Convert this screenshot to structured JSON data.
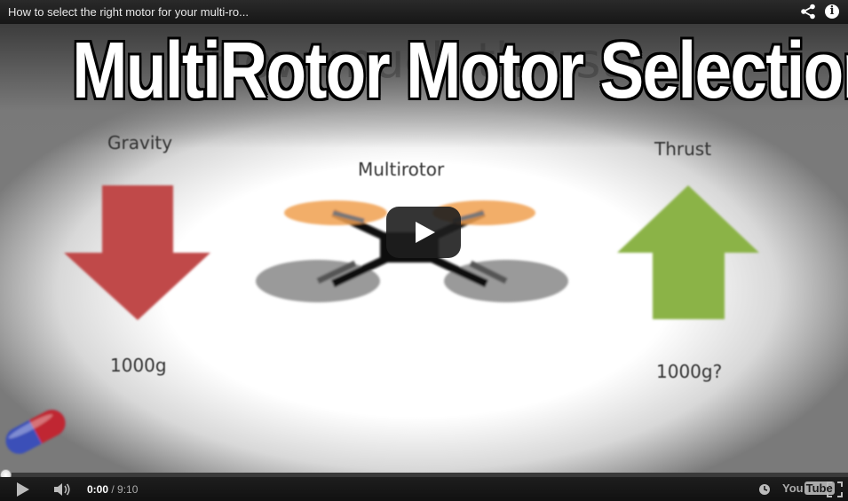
{
  "player": {
    "title": "How to select the right motor for your multi-ro...",
    "share_icon": "share-icon",
    "info_icon": "info-icon",
    "info_glyph": "i"
  },
  "video": {
    "headline": "MultiRotor Motor Selection",
    "ghost_text": "How much thrust?",
    "gravity_label": "Gravity",
    "multirotor_label": "Multirotor",
    "thrust_label": "Thrust",
    "gravity_value": "1000g",
    "thrust_value": "1000g?",
    "colors": {
      "down_arrow": "#c0484a",
      "up_arrow": "#8bb347",
      "front_rotor": "#f0a050",
      "rear_rotor": "#9a9a9a",
      "frame": "#111111"
    }
  },
  "progress": {
    "played_fraction": 0.0
  },
  "controls": {
    "current_time": "0:00",
    "separator": " / ",
    "duration": "9:10",
    "play_icon": "play-icon",
    "volume_icon": "volume-icon",
    "watch_later_icon": "clock-icon",
    "brand_you": "You",
    "brand_tube": "Tube",
    "fullscreen_icon": "fullscreen-icon"
  }
}
